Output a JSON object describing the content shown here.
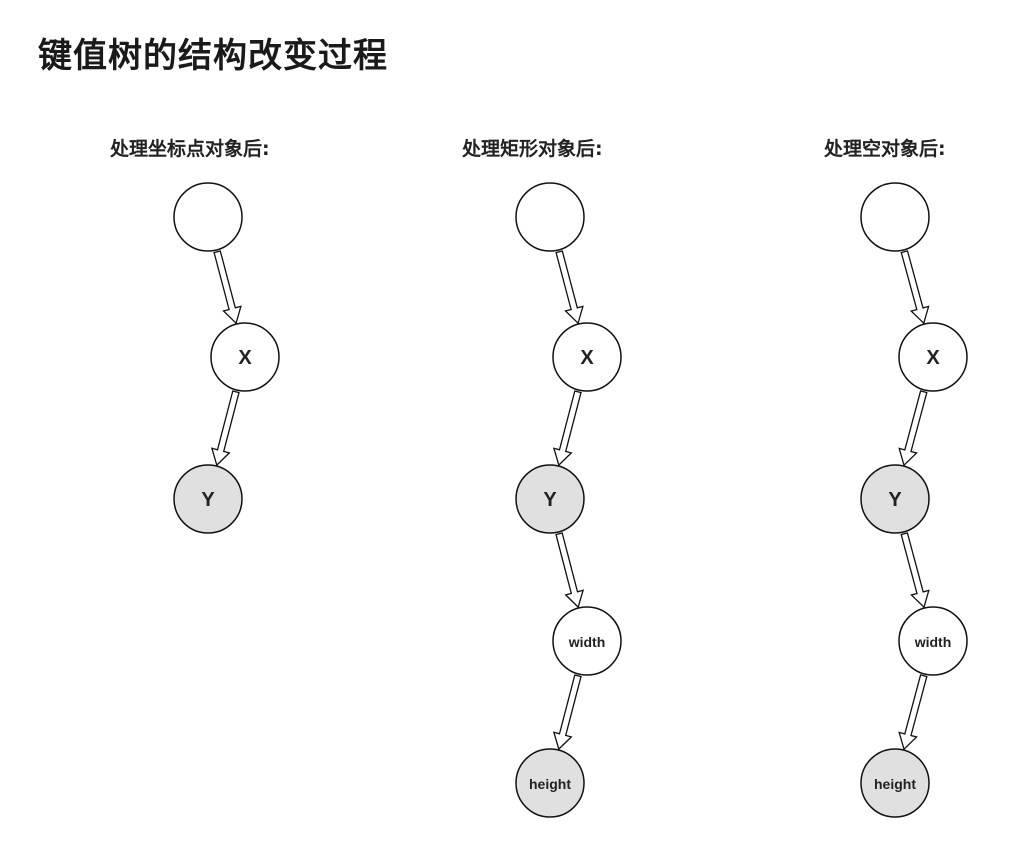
{
  "title": "键值树的结构改变过程",
  "colors": {
    "node_stroke": "#111111",
    "node_fill": "#ffffff",
    "leaf_fill": "#e0e0e0"
  },
  "columns": [
    {
      "label": "处理坐标点对象后:",
      "nodes": [
        {
          "label": "",
          "leaf": false
        },
        {
          "label": "X",
          "leaf": false
        },
        {
          "label": "Y",
          "leaf": true
        }
      ]
    },
    {
      "label": "处理矩形对象后:",
      "nodes": [
        {
          "label": "",
          "leaf": false
        },
        {
          "label": "X",
          "leaf": false
        },
        {
          "label": "Y",
          "leaf": true
        },
        {
          "label": "width",
          "leaf": false
        },
        {
          "label": "height",
          "leaf": true
        }
      ]
    },
    {
      "label": "处理空对象后:",
      "nodes": [
        {
          "label": "",
          "leaf": false
        },
        {
          "label": "X",
          "leaf": false
        },
        {
          "label": "Y",
          "leaf": true
        },
        {
          "label": "width",
          "leaf": false
        },
        {
          "label": "height",
          "leaf": true
        }
      ]
    }
  ]
}
